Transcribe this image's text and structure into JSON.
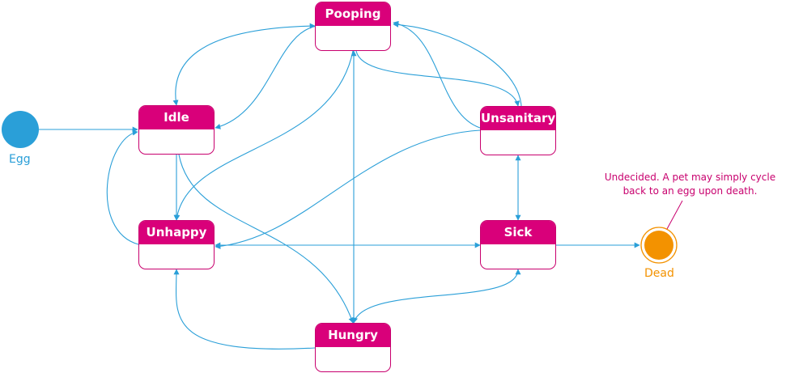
{
  "states": {
    "pooping": "Pooping",
    "idle": "Idle",
    "unsanitary": "Unsanitary",
    "unhappy": "Unhappy",
    "sick": "Sick",
    "hungry": "Hungry"
  },
  "initial": {
    "label": "Egg",
    "color": "#2a9fd8"
  },
  "final": {
    "label": "Dead",
    "color": "#f39200"
  },
  "note": {
    "text": "Undecided. A pet may simply cycle back to an egg upon death.",
    "color": "#c8006e"
  },
  "colors": {
    "state_fill": "#d9007a",
    "state_border": "#c8006e",
    "transition": "#2a9fd8"
  }
}
